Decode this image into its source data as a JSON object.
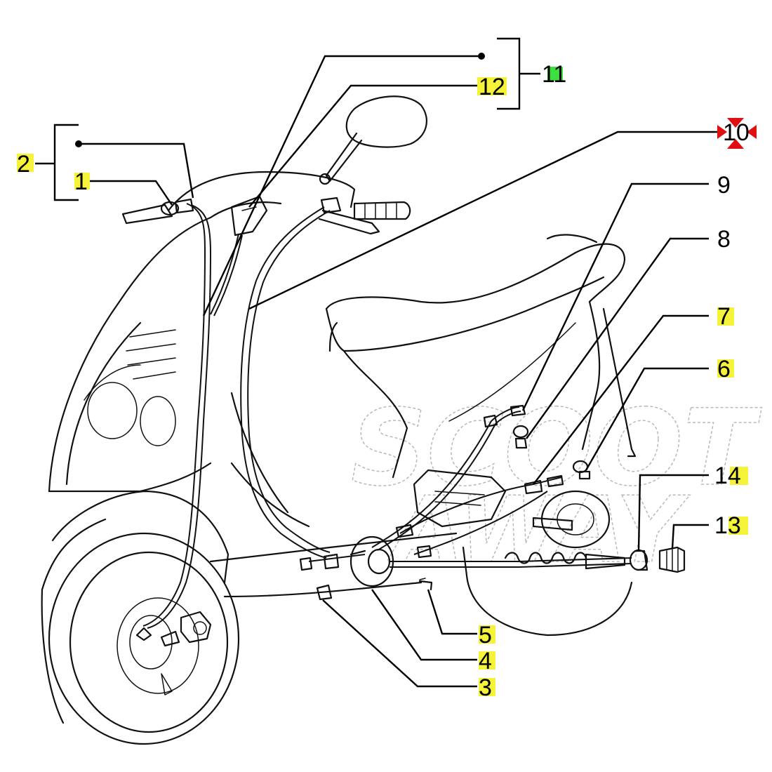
{
  "watermark": {
    "line1": "SCOOT",
    "line2": "AWAY"
  },
  "callouts": [
    {
      "id": "c1",
      "label": "1",
      "highlight": "yellow"
    },
    {
      "id": "c2",
      "label": "2",
      "highlight": "yellow"
    },
    {
      "id": "c3",
      "label": "3",
      "highlight": "yellow"
    },
    {
      "id": "c4",
      "label": "4",
      "highlight": "yellow"
    },
    {
      "id": "c5",
      "label": "5",
      "highlight": "yellow"
    },
    {
      "id": "c6",
      "label": "6",
      "highlight": "yellow"
    },
    {
      "id": "c7",
      "label": "7",
      "highlight": "yellow"
    },
    {
      "id": "c8",
      "label": "8",
      "highlight": "none"
    },
    {
      "id": "c9",
      "label": "9",
      "highlight": "none"
    },
    {
      "id": "c10",
      "label": "10",
      "highlight": "red-marker"
    },
    {
      "id": "c11",
      "label": "11",
      "highlight": "green"
    },
    {
      "id": "c12",
      "label": "12",
      "highlight": "yellow"
    },
    {
      "id": "c13",
      "label": "13",
      "highlight": "yellow"
    },
    {
      "id": "c14",
      "label": "14",
      "highlight": "yellow"
    }
  ],
  "colors": {
    "yellow": "#f5f23a",
    "green": "#3ee03e",
    "red": "#e01010",
    "ink": "#111111"
  }
}
